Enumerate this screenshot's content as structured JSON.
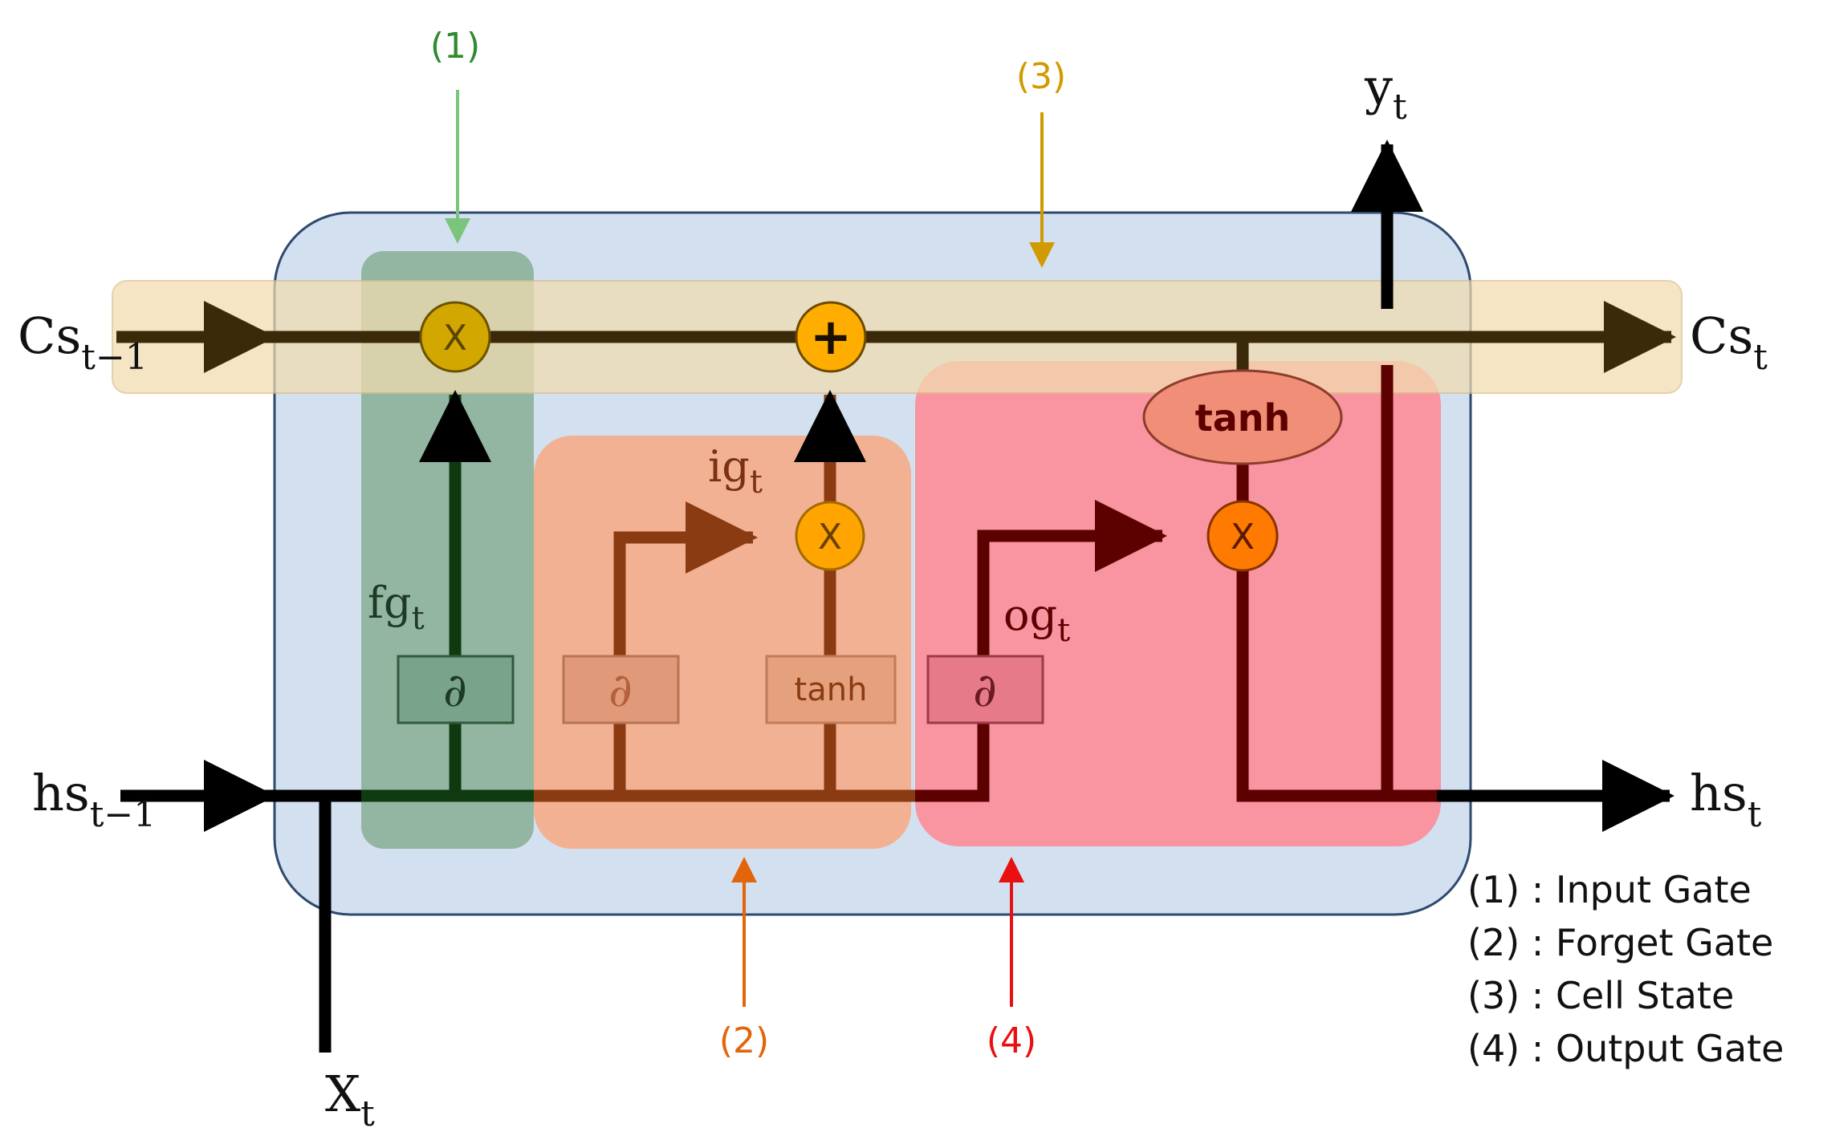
{
  "colors": {
    "cell_body": "#d3e0f0",
    "cell_border": "#2e4a6e",
    "cell_state_band": "#f2dcb0",
    "input_gate_fill": "#8fb39d",
    "forget_gate_fill": "#f3ae8c",
    "output_gate_fill": "#fb8f9c",
    "dark_green_path": "#0f3a10",
    "brown_path": "#8a3b12",
    "dark_red_path": "#5c0000",
    "cell_line": "#3a2a0a",
    "mult_node_yellow": "#d2a800",
    "mult_node_orange": "#ffa400",
    "mult_node_red_orange": "#ff7a00",
    "label_1_color": "#2e8b2e",
    "label_2_color": "#e2650a",
    "label_3_color": "#d19a00",
    "label_4_color": "#e81010"
  },
  "callouts": {
    "c1": "(1)",
    "c2": "(2)",
    "c3": "(3)",
    "c4": "(4)"
  },
  "io": {
    "cs_prev_base": "Cs",
    "cs_prev_sub": "t−1",
    "cs_next_base": "Cs",
    "cs_next_sub": "t",
    "hs_prev_base": "hs",
    "hs_prev_sub": "t−1",
    "hs_next_base": "hs",
    "hs_next_sub": "t",
    "x_base": "X",
    "x_sub": "t",
    "y_base": "y",
    "y_sub": "t"
  },
  "gates": {
    "fg_base": "fg",
    "fg_sub": "t",
    "ig_base": "ig",
    "ig_sub": "t",
    "og_base": "og",
    "og_sub": "t"
  },
  "ops": {
    "sigma": "∂",
    "tanh": "tanh",
    "multiply": "X",
    "add": "+"
  },
  "legend": [
    "(1) : Input Gate",
    "(2) : Forget Gate",
    "(3) : Cell State",
    "(4) : Output Gate"
  ],
  "icons": {
    "multiply_node": "circle-multiply-icon",
    "add_node": "circle-plus-icon",
    "arrow": "arrowhead-icon"
  }
}
